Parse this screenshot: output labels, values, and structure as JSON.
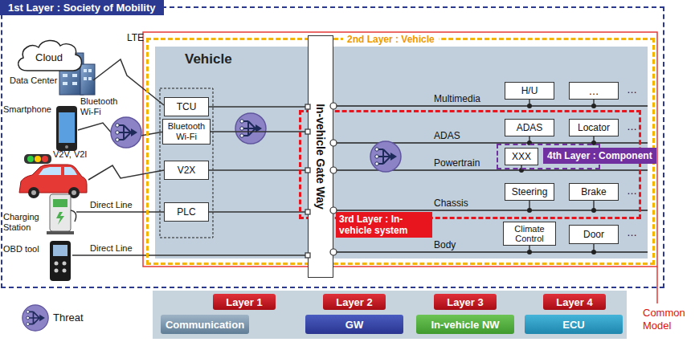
{
  "diagram": {
    "nodes": [
      {
        "text": [
          "1st Layer : Society of Mobility"
        ]
      },
      {
        "text": [
          "Cloud"
        ],
        "in": 0
      },
      {
        "text": [
          "2nd Layer : Vehicle"
        ],
        "in": 0
      },
      {
        "text": [
          "Vehicle"
        ],
        "in": 2
      },
      {
        "text": [
          "TCU"
        ],
        "in": 3
      },
      {
        "text": [
          "Bluetooth Wi-Fi"
        ],
        "in": 3
      },
      {
        "text": [
          "V2X"
        ],
        "in": 3
      },
      {
        "text": [
          "PLC"
        ],
        "in": 3
      },
      {
        "text": [
          "In-vehicle Gate Way"
        ],
        "in": 3
      },
      {
        "text": [
          "H/U"
        ],
        "in": 3
      },
      {
        "text": [
          "…"
        ],
        "in": 3
      },
      {
        "text": [
          "3rd Layer : In-vehicle system"
        ],
        "in": 3
      },
      {
        "text": [
          "ADAS"
        ],
        "in": 11
      },
      {
        "text": [
          "Locator"
        ],
        "in": 11
      },
      {
        "text": [
          "4th Layer : Component"
        ],
        "in": 11
      },
      {
        "text": [
          "XXX"
        ],
        "in": 14
      },
      {
        "text": [
          "Steering"
        ],
        "in": 11
      },
      {
        "text": [
          "Brake"
        ],
        "in": 11
      },
      {
        "text": [
          "Climate Control"
        ],
        "in": 3
      },
      {
        "text": [
          "Door"
        ],
        "in": 3
      },
      {
        "text": [
          "Layer 1"
        ]
      },
      {
        "text": [
          "Communication"
        ]
      },
      {
        "text": [
          "Layer 2"
        ]
      },
      {
        "text": [
          "GW"
        ]
      },
      {
        "text": [
          "Layer 3"
        ]
      },
      {
        "text": [
          "In-vehicle NW"
        ]
      },
      {
        "text": [
          "Layer 4"
        ]
      },
      {
        "text": [
          "ECU"
        ]
      }
    ],
    "edges": [
      {
        "from": 4,
        "to": 8,
        "arrow": "none"
      },
      {
        "from": 5,
        "to": 8,
        "arrow": "none"
      },
      {
        "from": 6,
        "to": 8,
        "arrow": "none"
      },
      {
        "from": 7,
        "to": 8,
        "arrow": "none"
      }
    ],
    "labels": [
      "LTE",
      "Data Center",
      "Smartphone",
      "Bluetooth Wi-Fi",
      "V2V, V2I",
      "Charging Station",
      "Direct Line",
      "OBD tool",
      "Direct Line",
      "Multimedia",
      "ADAS",
      "Powertrain",
      "Chassis",
      "Body",
      "…",
      "…",
      "…",
      "…",
      "Common Model"
    ],
    "legend": [
      {
        "text": "Threat"
      }
    ]
  }
}
